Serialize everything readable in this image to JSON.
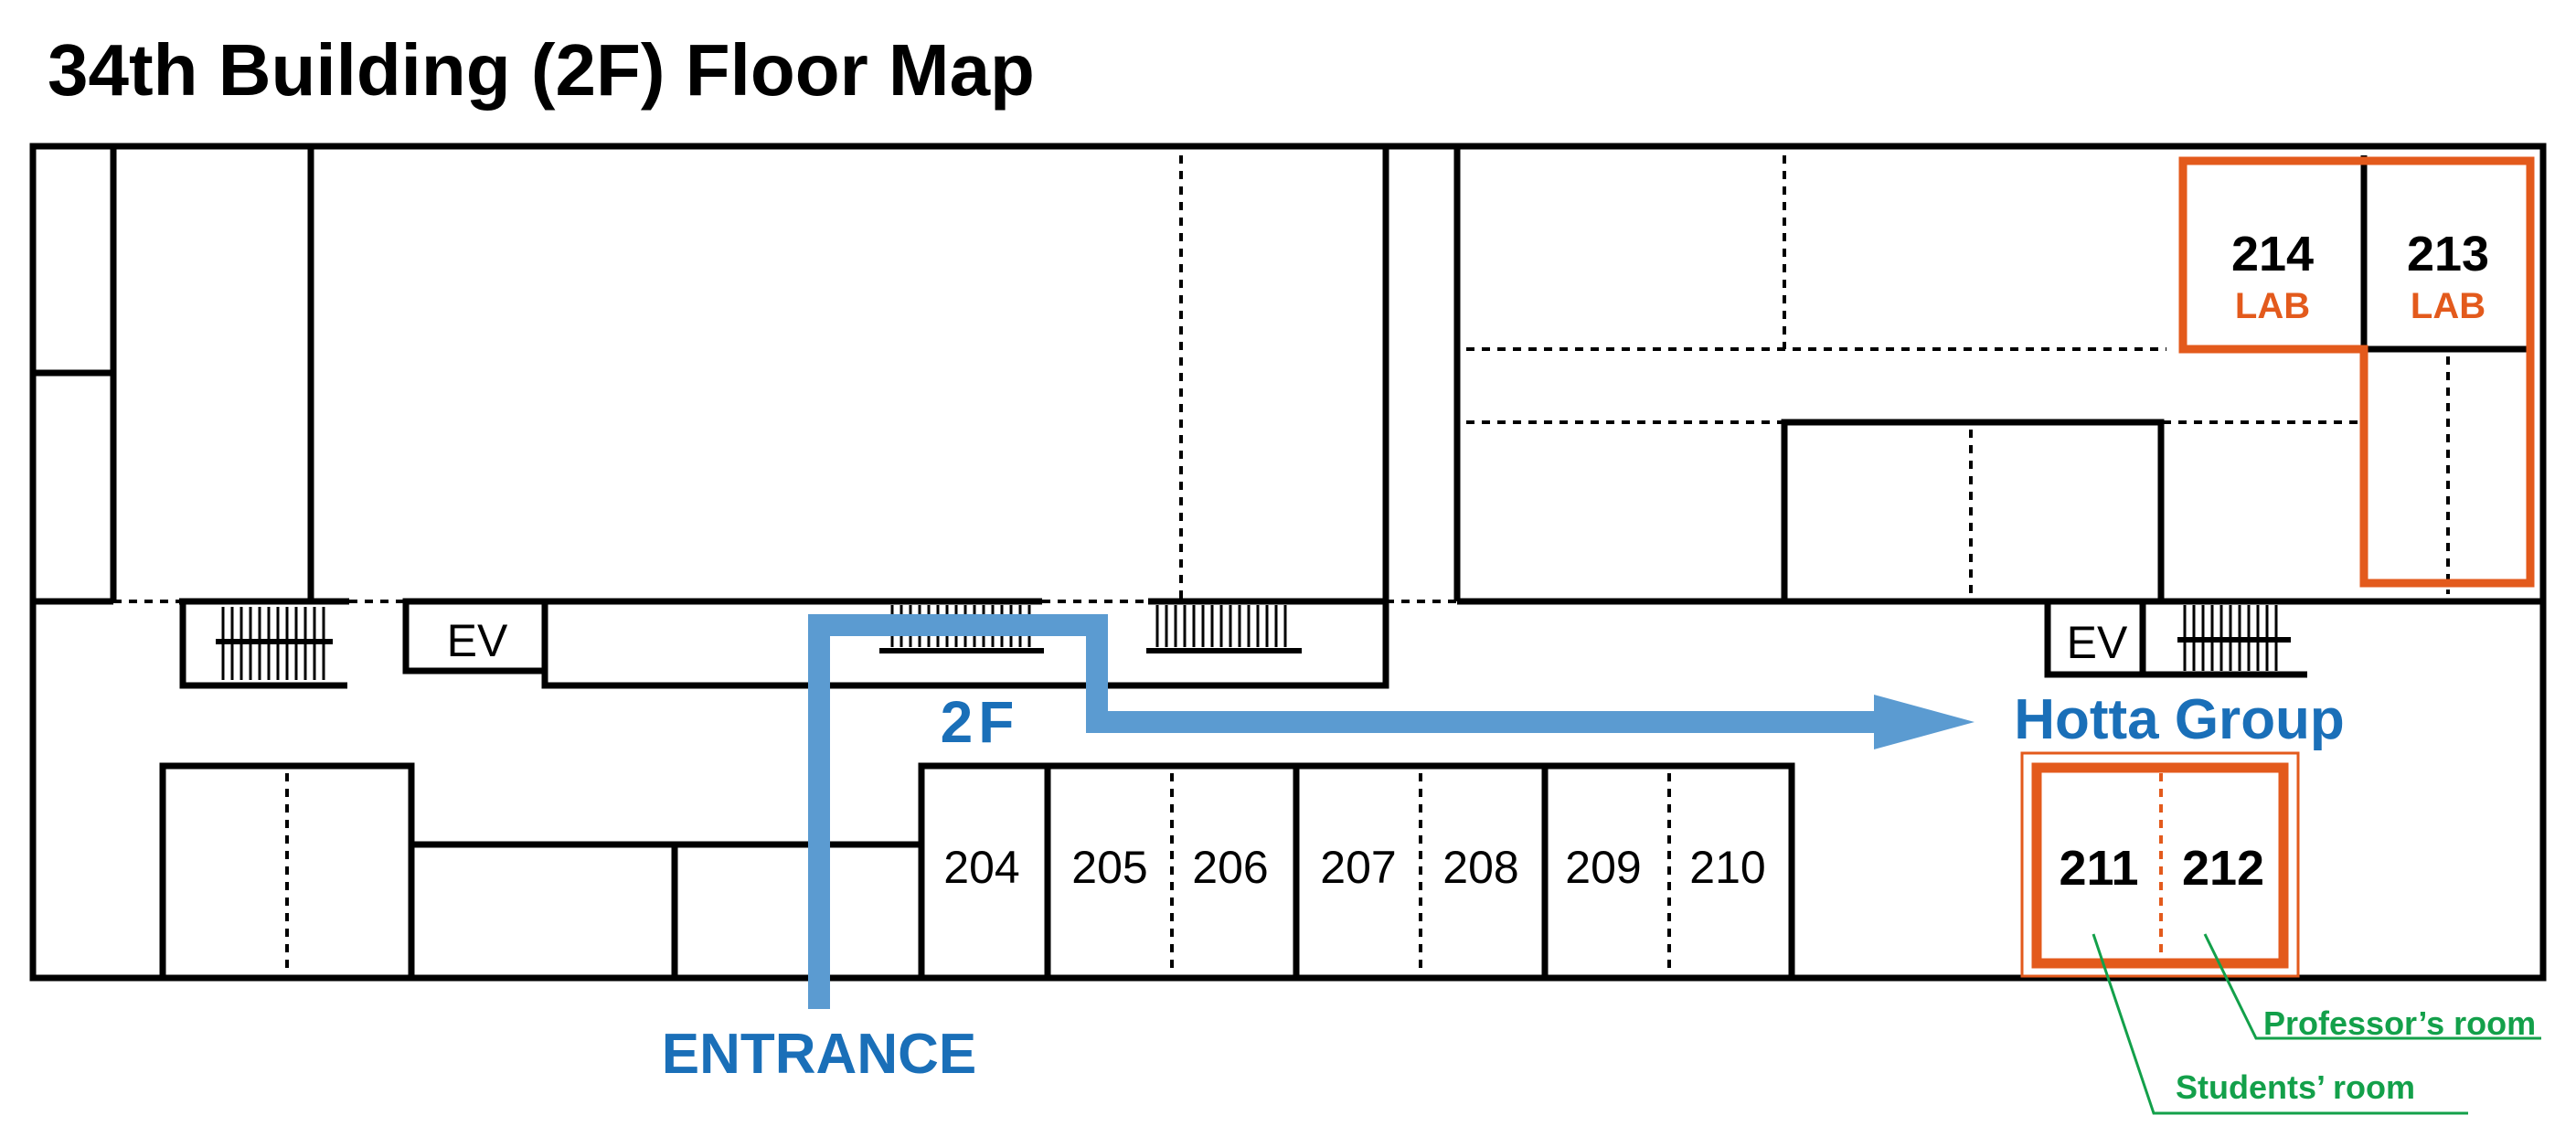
{
  "title": "34th Building (2F) Floor Map",
  "colors": {
    "route_blue": "#5b9bd1",
    "label_blue": "#1a6fb8",
    "lab_orange": "#e35a1c",
    "note_green": "#13a04a"
  },
  "rooms": {
    "r204": "204",
    "r205": "205",
    "r206": "206",
    "r207": "207",
    "r208": "208",
    "r209": "209",
    "r210": "210",
    "r211": "211",
    "r212": "212",
    "r213": "213",
    "r214": "214"
  },
  "lab_label": "LAB",
  "elevator_label": "EV",
  "floor_label": "2F",
  "group_label": "Hotta Group",
  "entrance_label": "ENTRANCE",
  "annotations": {
    "professor_room": "Professor’s room",
    "students_room": "Students’ room"
  }
}
